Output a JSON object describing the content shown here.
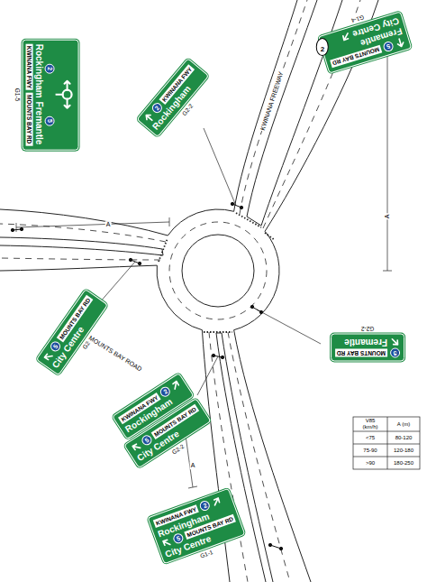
{
  "diagram": {
    "nodes": [
      {
        "text": [
          "5",
          "MOUNTS BAY RD",
          "Fremantle",
          "City Centre",
          "G1-4"
        ]
      },
      {
        "text": [
          "2",
          "Rockingham",
          "KWINANA FWY",
          "5",
          "Fremantle",
          "MOUNTS BAY RD",
          "G1-5"
        ]
      },
      {
        "text": [
          "2"
        ]
      },
      {
        "text": [
          "2",
          "KWINANA FWY",
          "Rockingham",
          "G2-2"
        ]
      },
      {
        "text": [
          "5",
          "MOUNTS BAY RD",
          "Fremantle",
          "G2-2"
        ]
      },
      {
        "text": [
          "5",
          "MOUNTS BAY RD",
          "City Centre",
          "G2-2"
        ]
      },
      {
        "text": [
          "5"
        ]
      },
      {
        "text": [
          "KWINANA FWY",
          "2",
          "Rockingham"
        ]
      },
      {
        "text": [
          "5",
          "MOUNTS BAY RD",
          "City Centre",
          "G2-2"
        ]
      },
      {
        "text": [
          "KWINANA FWY",
          "2",
          "Rockingham",
          "5",
          "MOUNTS BAY RD",
          "City Centre",
          "G1-1"
        ]
      }
    ],
    "labels": [
      "KWINANA FREEWAY",
      "MOUNTS BAY ROAD",
      "A",
      "A",
      "A",
      "V85 (km/h)",
      "A (m)",
      "<75",
      "80-120",
      "75-90",
      "120-180",
      ">90",
      "180-250"
    ]
  }
}
